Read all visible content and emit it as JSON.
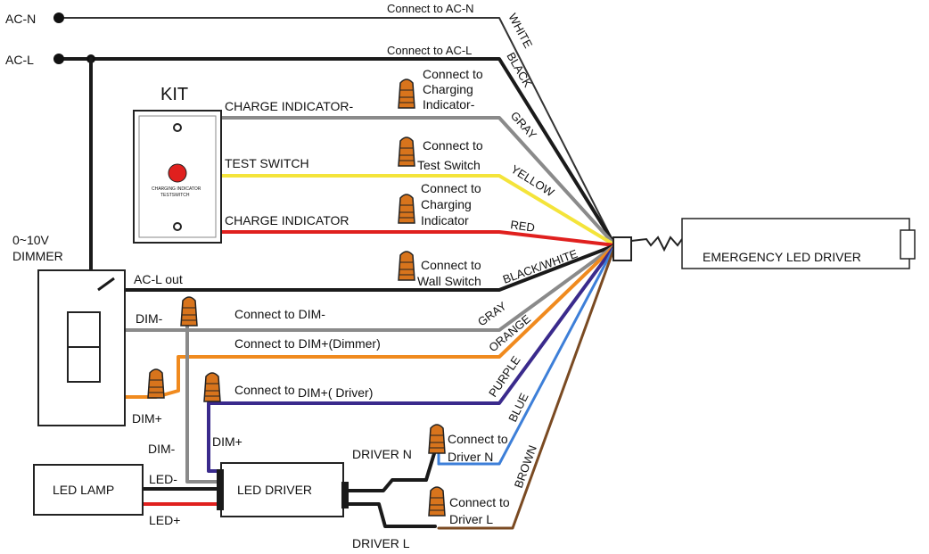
{
  "terminals": {
    "ac_n": "AC-N",
    "ac_l": "AC-L"
  },
  "kit": {
    "title": "KIT",
    "plate_text_1": "CHARGING INDICATOR",
    "plate_text_2": "TESTSWITCH",
    "charge_indicator_neg": "CHARGE INDICATOR-",
    "test_switch": "TEST SWITCH",
    "charge_indicator": "CHARGE INDICATOR"
  },
  "dimmer": {
    "title_1": "0~10V",
    "title_2": "DIMMER",
    "acl_out": "AC-L out",
    "dim_neg": "DIM-",
    "dim_pos": "DIM+"
  },
  "connections": {
    "ac_n": "Connect to AC-N",
    "ac_l": "Connect to AC-L",
    "charging_neg_1": "Connect to",
    "charging_neg_2": "Charging",
    "charging_neg_3": "Indicator-",
    "test_switch_1": "Connect to",
    "test_switch_2": "Test Switch",
    "charging_1": "Connect to",
    "charging_2": "Charging",
    "charging_3": "Indicator",
    "wall_switch_1": "Connect to",
    "wall_switch_2": "Wall Switch",
    "dim_neg": "Connect to DIM-",
    "dim_pos_dimmer": "Connect to DIM+(Dimmer)",
    "dim_pos_driver_a": "Connect to",
    "dim_pos_driver_b": "DIM+( Driver)",
    "driver_n_1": "Connect to",
    "driver_n_2": "Driver N",
    "driver_l_1": "Connect to",
    "driver_l_2": "Driver L"
  },
  "wire_colors_labels": {
    "white": "WHITE",
    "black": "BLACK",
    "gray1": "GRAY",
    "yellow": "YELLOW",
    "red": "RED",
    "black_white": "BLACK/WHITE",
    "gray2": "GRAY",
    "orange": "ORANGE",
    "purple": "PURPLE",
    "blue": "BLUE",
    "brown": "BROWN"
  },
  "emergency_driver": {
    "label": "EMERGENCY LED DRIVER"
  },
  "lamp": {
    "label": "LED LAMP",
    "led_neg": "LED-",
    "led_pos": "LED+"
  },
  "led_driver": {
    "label": "LED DRIVER",
    "dim_neg": "DIM-",
    "dim_pos": "DIM+",
    "driver_n": "DRIVER N",
    "driver_l": "DRIVER L"
  },
  "colors": {
    "black": "#1a1a1a",
    "gray": "#8a8a8a",
    "yellow": "#f4e43a",
    "red": "#e0201e",
    "orange": "#f08a1e",
    "purple": "#3a2a8c",
    "blue": "#3d7fd8",
    "brown": "#7a4a22",
    "nut": "#d8741c"
  }
}
